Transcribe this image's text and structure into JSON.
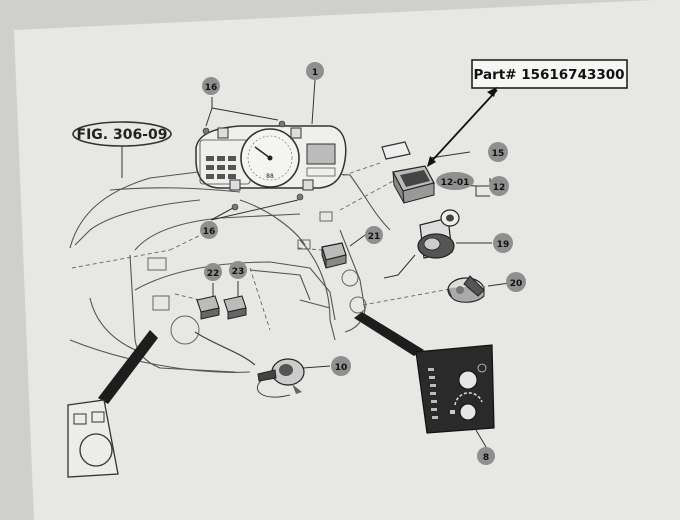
{
  "figure": {
    "label": "FIG. 306-09"
  },
  "part_callout": {
    "text": "Part# 15616743300"
  },
  "callouts": {
    "c1": "1",
    "c16a": "16",
    "c16b": "16",
    "c15": "15",
    "c12": "12",
    "c12_01": "12-01",
    "c21": "21",
    "c19": "19",
    "c22": "22",
    "c23": "23",
    "c20": "20",
    "c10": "10",
    "c8": "8"
  },
  "gauge": {
    "display": "88"
  },
  "colors": {
    "paper": "#e6e6e3",
    "ink": "#333333",
    "callout_fill": "#8f8f8f",
    "panel": "#2c2c2c"
  }
}
